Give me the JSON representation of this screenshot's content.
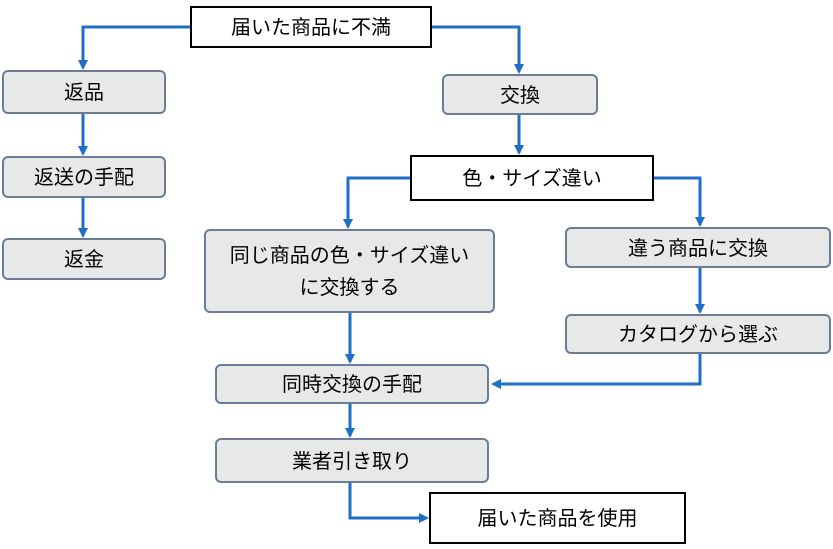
{
  "colors": {
    "arrow": "#1f6fc4",
    "node_fill": "#e8e8e8",
    "node_border": "#6b7d96",
    "square_border": "#000000"
  },
  "nodes": {
    "dissatisfied": "届いた商品に不満",
    "return": "返品",
    "return_shipping": "返送の手配",
    "refund": "返金",
    "exchange": "交換",
    "color_size_differs": "色・サイズ違い",
    "same_item_other_color_size": "同じ商品の色・サイズ違いに交換する",
    "different_item_exchange": "違う商品に交換",
    "choose_from_catalog": "カタログから選ぶ",
    "simultaneous_exchange": "同時交換の手配",
    "vendor_pickup": "業者引き取り",
    "use_delivered_item": "届いた商品を使用"
  },
  "edges": [
    [
      "dissatisfied",
      "return"
    ],
    [
      "dissatisfied",
      "exchange"
    ],
    [
      "return",
      "return_shipping"
    ],
    [
      "return_shipping",
      "refund"
    ],
    [
      "exchange",
      "color_size_differs"
    ],
    [
      "color_size_differs",
      "same_item_other_color_size"
    ],
    [
      "color_size_differs",
      "different_item_exchange"
    ],
    [
      "different_item_exchange",
      "choose_from_catalog"
    ],
    [
      "choose_from_catalog",
      "simultaneous_exchange"
    ],
    [
      "same_item_other_color_size",
      "simultaneous_exchange"
    ],
    [
      "simultaneous_exchange",
      "vendor_pickup"
    ],
    [
      "vendor_pickup",
      "use_delivered_item"
    ]
  ]
}
